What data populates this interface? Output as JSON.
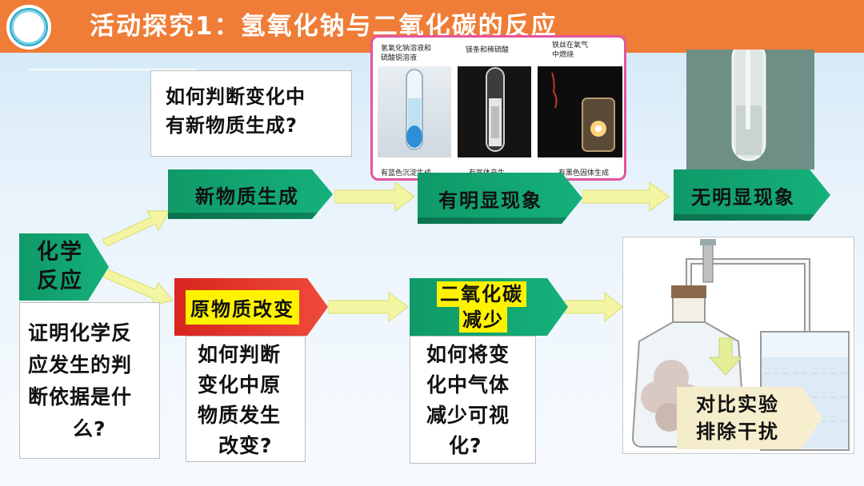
{
  "header": {
    "title": "活动探究1：氢氧化钠与二氧化碳的反应",
    "logo_icon": "circle-logo-icon"
  },
  "questions": {
    "top": [
      "如何判断变化中",
      "有新物质生成?"
    ],
    "left": [
      "证明化学反",
      "应发生的判",
      "断依据是什",
      "么?"
    ],
    "middle": [
      "如何判断",
      "变化中原",
      "物质发生",
      "改变?"
    ],
    "right": [
      "如何将变",
      "化中气体",
      "减少可视",
      "化?"
    ]
  },
  "flow": {
    "root": [
      "化学",
      "反应"
    ],
    "new_substance": "新物质生成",
    "obvious": "有明显现象",
    "not_obvious": "无明显现象",
    "reactant_change": "原物质改变",
    "co2_decrease": [
      "二氧化碳",
      "减少"
    ],
    "contrast": [
      "对比实验",
      "排除干扰"
    ]
  },
  "photos": {
    "p1_caption": [
      "氢氧化钠溶液和",
      "硫酸铜溶液"
    ],
    "p2_caption": "镁条和稀硫酸",
    "p3_caption": [
      "铁丝在氧气",
      "中燃烧"
    ],
    "p1_bottom": "有蓝色沉淀生成",
    "p2_bottom": "有气体产生",
    "p3_bottom": "有黑色固体生成"
  },
  "colors": {
    "title_bar": "#ef7d37",
    "banner_green": "#15b07a",
    "highlight_yellow": "#fff200",
    "photo_border": "#e4549e",
    "reactant_banner_red": "#e8312a"
  }
}
